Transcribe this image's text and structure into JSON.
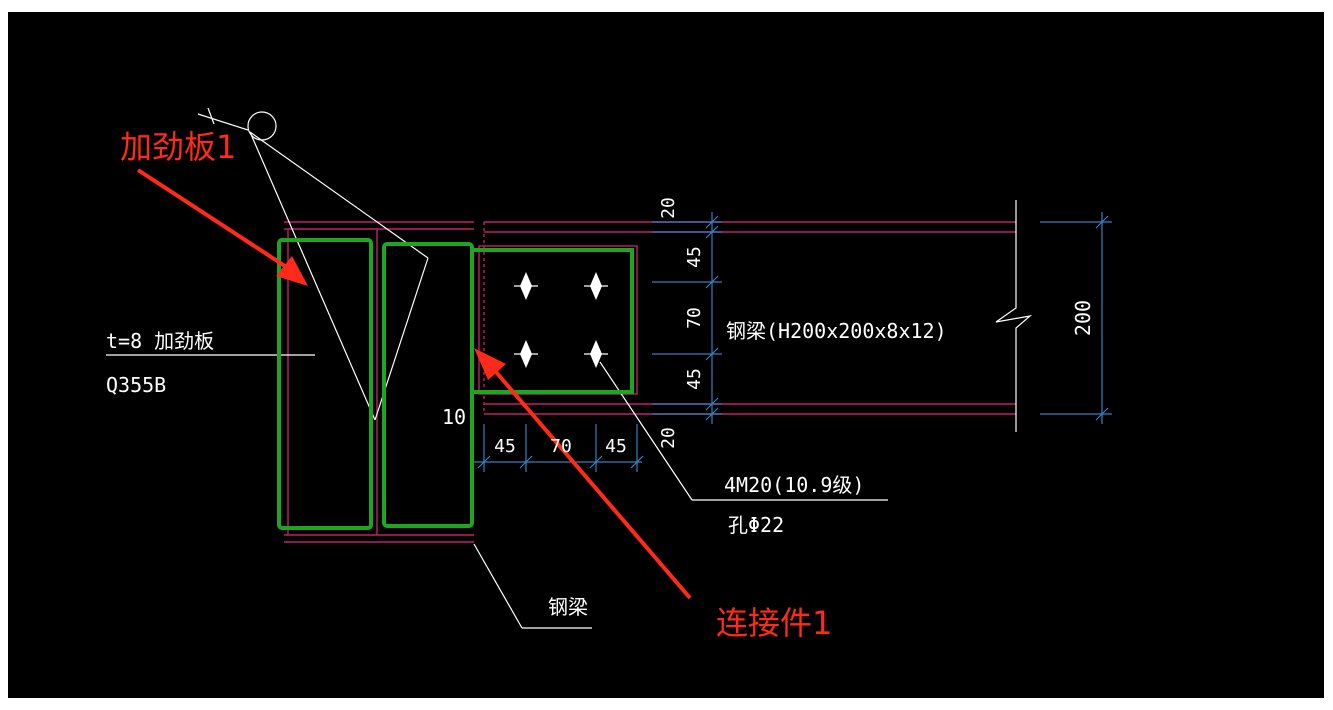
{
  "labels": {
    "stiffener_plate": "加劲板1",
    "connector": "连接件1"
  },
  "annotations": {
    "plate_spec_1": "t=8 加劲板",
    "plate_spec_2": "Q355B",
    "beam_spec": "钢梁(H200x200x8x12)",
    "bolt_spec": "4M20(10.9级)",
    "hole_spec": "孔Φ22",
    "beam_label": "钢梁",
    "gap_dim": "10"
  },
  "dimensions": {
    "vertical": [
      "20",
      "45",
      "70",
      "45",
      "20"
    ],
    "horizontal": [
      "45",
      "70",
      "45"
    ],
    "beam_depth": "200"
  },
  "colors": {
    "background": "#000000",
    "beam_outline": "#c0206a",
    "highlight": "#1fa51f",
    "callout": "#ff2a1a",
    "dimension": "#3a7ebc",
    "line": "#ffffff"
  }
}
